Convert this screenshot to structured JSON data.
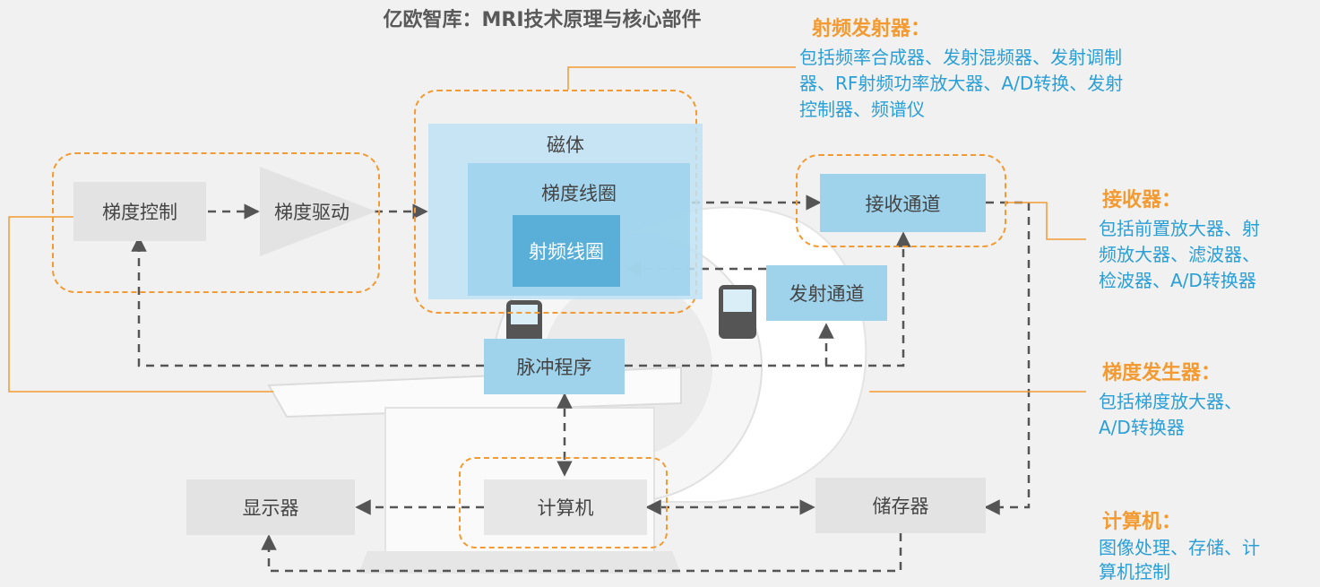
{
  "title": "亿欧智库：MRI技术原理与核心部件",
  "boxes": {
    "gradient_control": "梯度控制",
    "gradient_drive": "梯度驱动",
    "magnet": "磁体",
    "gradient_coil": "梯度线圈",
    "rf_coil": "射频线圈",
    "receive_channel": "接收通道",
    "transmit_channel": "发射通道",
    "pulse_sequence": "脉冲程序",
    "display": "显示器",
    "computer": "计算机",
    "storage": "储存器"
  },
  "annotations": {
    "rf_transmitter": {
      "title": "射频发射器：",
      "lines": [
        "包括频率合成器、发射混频器、发射调制",
        "器、RF射频功率放大器、A/D转换、发射",
        "控制器、频谱仪"
      ]
    },
    "receiver": {
      "title": "接收器：",
      "lines": [
        "包括前置放大器、射",
        "频放大器、滤波器、",
        "检波器、A/D转换器"
      ]
    },
    "gradient_generator": {
      "title": "梯度发生器：",
      "lines": [
        "包括梯度放大器、",
        "A/D转换器"
      ]
    },
    "computer": {
      "title": "计算机：",
      "lines": [
        "图像处理、存储、计",
        "算机控制"
      ]
    }
  },
  "colors": {
    "accent_orange": "#f39b32",
    "text_blue": "#2a9fd6",
    "box_blue": "#9fd3ec",
    "box_grey": "#e3e3e3",
    "arrow_grey": "#555555"
  }
}
